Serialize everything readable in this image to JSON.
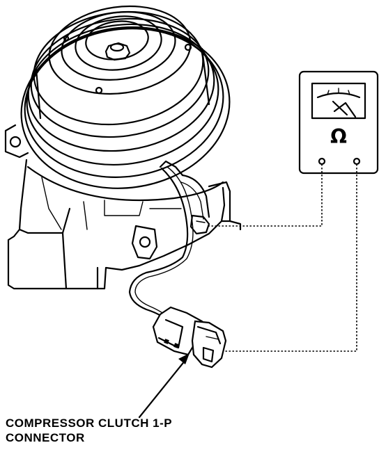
{
  "meter": {
    "symbol": "Ω"
  },
  "label": {
    "line1": "COMPRESSOR CLUTCH 1-P",
    "line2": "CONNECTOR"
  }
}
